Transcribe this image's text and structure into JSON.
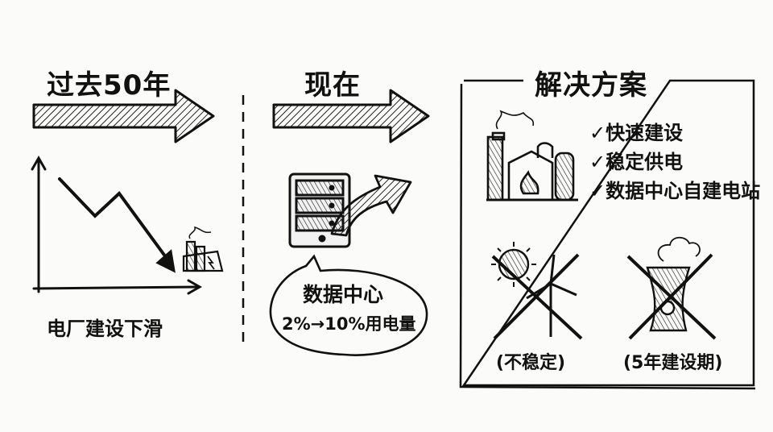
{
  "past": {
    "title": "过去50年",
    "caption": "电厂建设下滑"
  },
  "now": {
    "title": "现在",
    "bubble_title": "数据中心",
    "bubble_text": "2%→10%用电量"
  },
  "solution": {
    "title": "解决方案",
    "checks": [
      "✓快速建设",
      "✓稳定供电",
      "✓数据中心自建电站"
    ],
    "rejected": [
      {
        "caption": "(不稳定)",
        "icon": "sun-wind-icon"
      },
      {
        "caption": "(5年建设期)",
        "icon": "nuclear-plant-icon"
      }
    ]
  }
}
